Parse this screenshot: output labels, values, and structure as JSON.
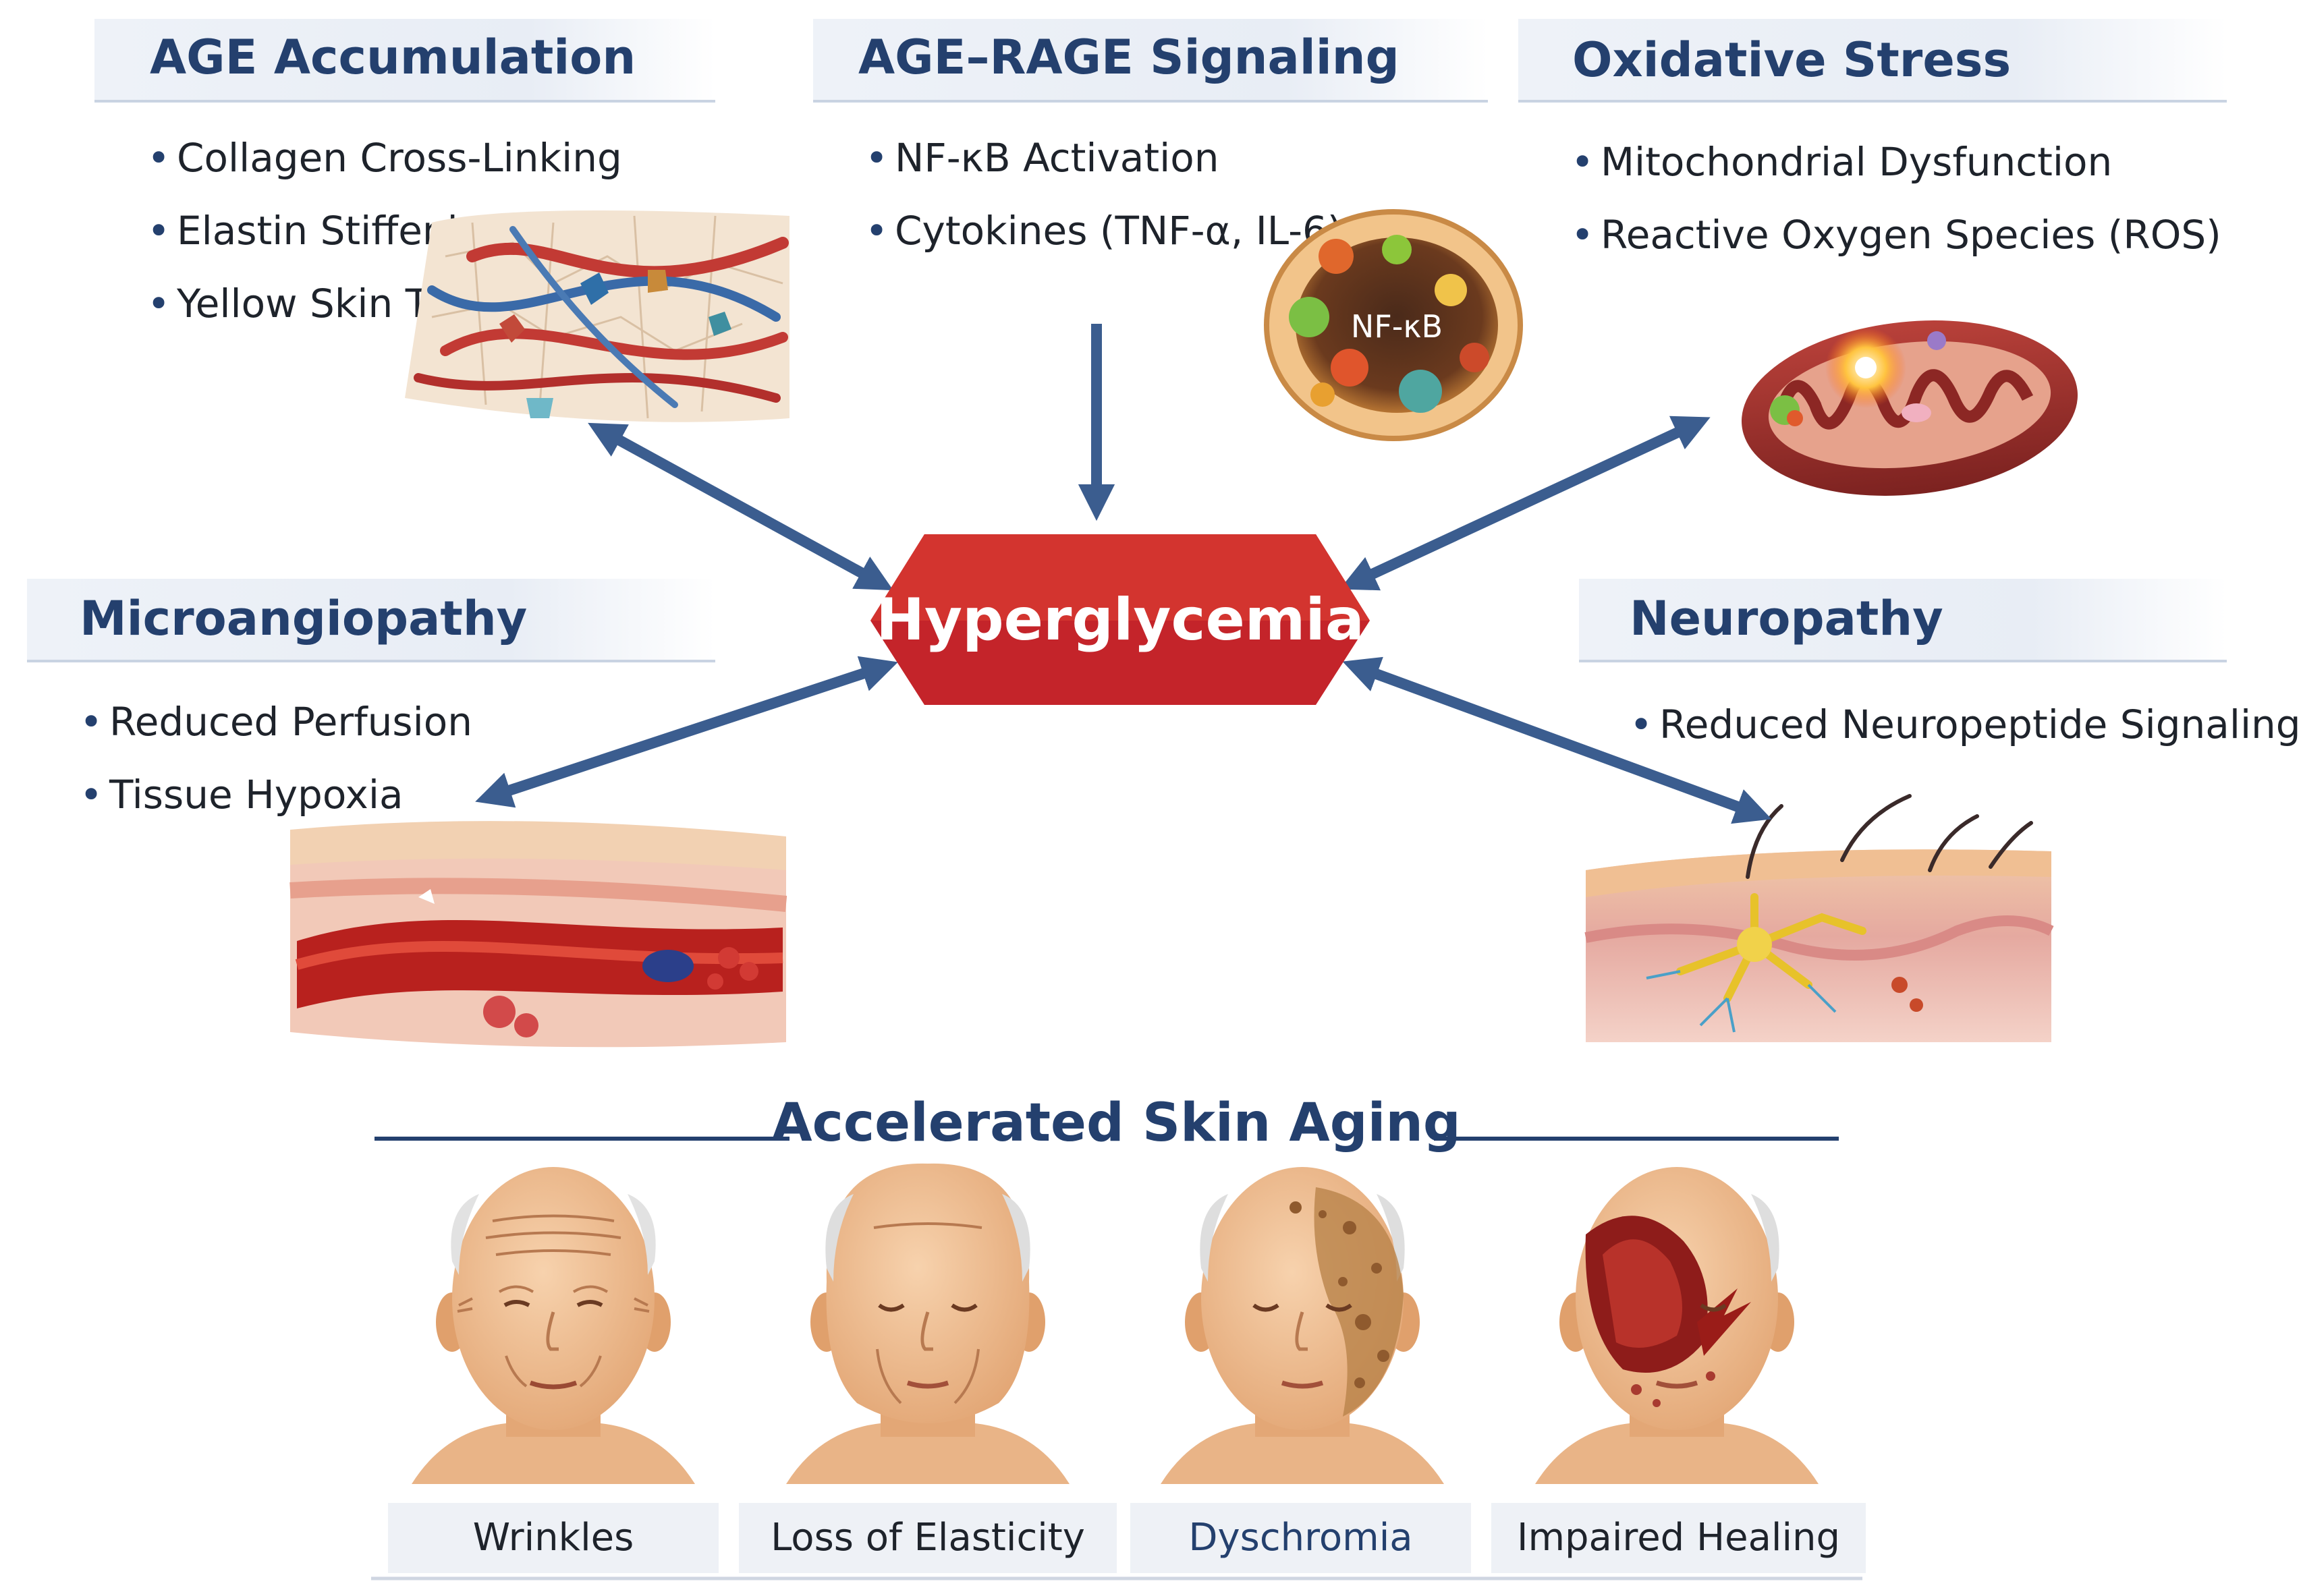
{
  "center": {
    "label": "Hyperglycemia"
  },
  "panels": {
    "age_accumulation": {
      "title": "AGE Accumulation",
      "bullets": [
        "Collagen Cross-Linking",
        "Elastin Stiffening",
        "Yellow Skin Tone"
      ]
    },
    "age_rage": {
      "title": "AGE–RAGE Signaling",
      "bullets": [
        "NF-κB Activation",
        "Cytokines (TNF-α, IL-6)"
      ],
      "cell_label": "NF-κB"
    },
    "oxidative_stress": {
      "title": "Oxidative Stress",
      "bullets": [
        "Mitochondrial Dysfunction",
        "Reactive Oxygen Species (ROS)"
      ]
    },
    "microangiopathy": {
      "title": "Microangiopathy",
      "bullets": [
        "Reduced Perfusion",
        "Tissue Hypoxia"
      ]
    },
    "neuropathy": {
      "title": "Neuropathy",
      "bullets": [
        "Reduced Neuropeptide Signaling"
      ]
    }
  },
  "outcome": {
    "title": "Accelerated Skin Aging",
    "faces": [
      {
        "label": "Wrinkles"
      },
      {
        "label": "Loss of Elasticity"
      },
      {
        "label": "Dyschromia"
      },
      {
        "label": "Impaired Healing"
      }
    ]
  },
  "colors": {
    "title_blue": "#24406e",
    "arrow_blue": "#3b5d8f",
    "hub_red": "#c4242a",
    "skin": "#eebd92"
  }
}
